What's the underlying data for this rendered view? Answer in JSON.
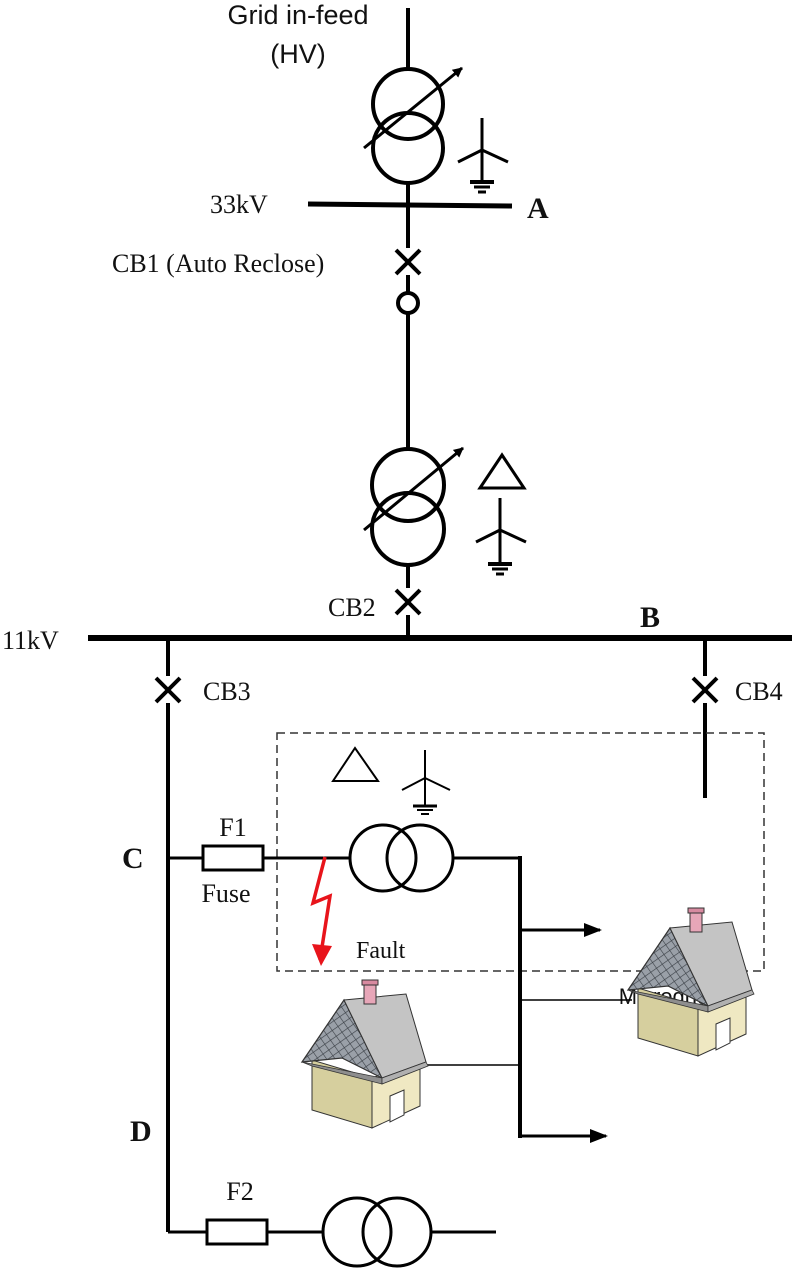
{
  "labels": {
    "grid_infeed": "Grid in-feed",
    "hv": "(HV)",
    "v33": "33kV",
    "node_a": "A",
    "cb1": "CB1 (Auto Reclose)",
    "cb2": "CB2",
    "node_b": "B",
    "v11": "11kV",
    "cb3": "CB3",
    "cb4": "CB4",
    "node_c": "C",
    "f1": "F1",
    "fuse": "Fuse",
    "fault": "Fault",
    "node_d": "D",
    "f2": "F2",
    "microgrid": "Microgrid"
  },
  "icons": {
    "tap_changer_transformer": "variable-transformer-icon",
    "transformer": "transformer-icon",
    "star_grounded": "grounded-star-icon",
    "delta": "delta-icon",
    "breaker": "circuit-breaker-icon",
    "fuse": "fuse-icon",
    "fault": "lightning-fault-icon",
    "house": "solar-house-icon",
    "load": "load-arrow-icon"
  },
  "colors": {
    "line": "#000000",
    "fault": "#e8141b",
    "house_wall": "#e9e2b8",
    "house_roof": "#c9c9c9",
    "chimney": "#e7a6b8"
  }
}
